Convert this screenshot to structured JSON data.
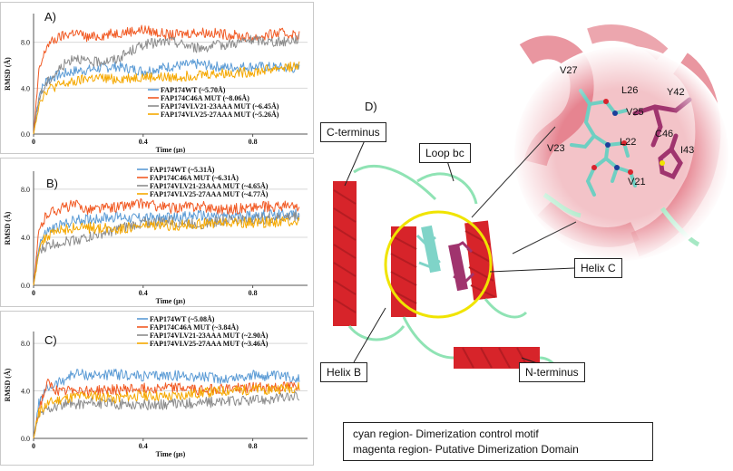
{
  "chart_data": [
    {
      "type": "line",
      "panel_label": "A)",
      "xlabel": "Time (µs)",
      "ylabel": "RMSD (Å)",
      "xlim": [
        0,
        1.0
      ],
      "ylim": [
        0,
        10.5
      ],
      "xticks": [
        0,
        0.4,
        0.8
      ],
      "xtick_labels": [
        "0",
        "0.4",
        "0.8"
      ],
      "yticks": [
        0,
        4,
        8
      ],
      "ytick_labels": [
        "0.0",
        "4.0",
        "8.0"
      ],
      "legend_position": "center-right",
      "series": [
        {
          "name": "FAP174WT (~5.70Å)",
          "color": "#5b9bd5",
          "x": [
            0,
            0.02,
            0.05,
            0.1,
            0.15,
            0.2,
            0.3,
            0.4,
            0.5,
            0.6,
            0.7,
            0.8,
            0.9,
            0.97
          ],
          "values": [
            0,
            3.5,
            4.8,
            5.2,
            5.5,
            5.6,
            5.9,
            5.5,
            5.9,
            6.1,
            5.8,
            5.9,
            5.8,
            5.7
          ]
        },
        {
          "name": "FAP174C46A MUT (~8.06Å)",
          "color": "#f15a24",
          "x": [
            0,
            0.02,
            0.05,
            0.1,
            0.15,
            0.2,
            0.3,
            0.4,
            0.5,
            0.6,
            0.7,
            0.8,
            0.9,
            0.97
          ],
          "values": [
            0,
            5.5,
            7.8,
            8.5,
            8.9,
            8.4,
            8.8,
            9.1,
            8.6,
            8.9,
            8.7,
            8.4,
            8.8,
            8.6
          ]
        },
        {
          "name": "FAP174VLV21-23AAA MUT (~6.45Å)",
          "color": "#8c8c8c",
          "x": [
            0,
            0.02,
            0.05,
            0.1,
            0.15,
            0.2,
            0.3,
            0.4,
            0.5,
            0.6,
            0.7,
            0.8,
            0.9,
            0.97
          ],
          "values": [
            0,
            3.2,
            4.5,
            5.8,
            6.8,
            6.2,
            6.5,
            7.8,
            8.1,
            7.5,
            7.8,
            8.2,
            8.0,
            8.3
          ]
        },
        {
          "name": "FAP174VLV25-27AAA MUT (~5.26Å)",
          "color": "#f5a800",
          "x": [
            0,
            0.02,
            0.05,
            0.1,
            0.15,
            0.2,
            0.3,
            0.4,
            0.5,
            0.6,
            0.7,
            0.8,
            0.9,
            0.97
          ],
          "values": [
            0,
            2.8,
            3.9,
            4.3,
            4.5,
            4.9,
            4.8,
            5.0,
            4.9,
            5.2,
            5.3,
            5.4,
            5.8,
            5.9
          ]
        }
      ]
    },
    {
      "type": "line",
      "panel_label": "B)",
      "xlabel": "Time (µs)",
      "ylabel": "RMSD (Å)",
      "xlim": [
        0,
        1.0
      ],
      "ylim": [
        0,
        9.5
      ],
      "xticks": [
        0,
        0.4,
        0.8
      ],
      "xtick_labels": [
        "0",
        "0.4",
        "0.8"
      ],
      "yticks": [
        0,
        4,
        8
      ],
      "ytick_labels": [
        "0.0",
        "4.0",
        "8.0"
      ],
      "legend_position": "top-right",
      "series": [
        {
          "name": "FAP174WT (~5.31Å)",
          "color": "#5b9bd5",
          "x": [
            0,
            0.02,
            0.05,
            0.1,
            0.15,
            0.2,
            0.3,
            0.4,
            0.5,
            0.6,
            0.7,
            0.8,
            0.9,
            0.97
          ],
          "values": [
            0,
            3.5,
            4.5,
            5.0,
            5.4,
            5.5,
            5.7,
            5.6,
            5.6,
            5.8,
            5.7,
            5.8,
            5.9,
            5.9
          ]
        },
        {
          "name": "FAP174C46A MUT (~6.31Å)",
          "color": "#f15a24",
          "x": [
            0,
            0.02,
            0.05,
            0.1,
            0.15,
            0.2,
            0.3,
            0.4,
            0.5,
            0.6,
            0.7,
            0.8,
            0.9,
            0.97
          ],
          "values": [
            0,
            4.5,
            6.0,
            6.4,
            6.7,
            6.3,
            6.5,
            6.8,
            6.4,
            6.6,
            6.3,
            6.5,
            6.6,
            6.5
          ]
        },
        {
          "name": "FAP174VLV21-23AAA MUT (~4.65Å)",
          "color": "#8c8c8c",
          "x": [
            0,
            0.02,
            0.05,
            0.1,
            0.15,
            0.2,
            0.3,
            0.4,
            0.5,
            0.6,
            0.7,
            0.8,
            0.9,
            0.97
          ],
          "values": [
            0,
            2.8,
            3.3,
            3.6,
            3.8,
            4.0,
            4.6,
            5.2,
            5.3,
            5.1,
            5.4,
            5.5,
            5.6,
            5.8
          ]
        },
        {
          "name": "FAP174VLV25-27AAA MUT (~4.77Å)",
          "color": "#f5a800",
          "x": [
            0,
            0.02,
            0.05,
            0.1,
            0.15,
            0.2,
            0.3,
            0.4,
            0.5,
            0.6,
            0.7,
            0.8,
            0.9,
            0.97
          ],
          "values": [
            0,
            3.2,
            4.1,
            4.6,
            4.8,
            4.8,
            4.7,
            4.9,
            5.0,
            5.1,
            5.2,
            5.2,
            5.3,
            5.4
          ]
        }
      ]
    },
    {
      "type": "line",
      "panel_label": "C)",
      "xlabel": "Time (µs)",
      "ylabel": "RMSD (Å)",
      "xlim": [
        0,
        1.0
      ],
      "ylim": [
        0,
        9.0
      ],
      "xticks": [
        0,
        0.4,
        0.8
      ],
      "xtick_labels": [
        "0",
        "0.4",
        "0.8"
      ],
      "yticks": [
        0,
        4,
        8
      ],
      "ytick_labels": [
        "0.0",
        "4.0",
        "8.0"
      ],
      "legend_position": "top-right",
      "series": [
        {
          "name": "FAP174WT (~5.08Å)",
          "color": "#5b9bd5",
          "x": [
            0,
            0.02,
            0.05,
            0.1,
            0.15,
            0.2,
            0.3,
            0.4,
            0.5,
            0.6,
            0.7,
            0.8,
            0.9,
            0.97
          ],
          "values": [
            0,
            3.0,
            4.2,
            4.8,
            5.5,
            5.3,
            5.4,
            5.2,
            5.3,
            5.2,
            5.0,
            5.3,
            5.2,
            5.1
          ]
        },
        {
          "name": "FAP174C46A MUT (~3.84Å)",
          "color": "#f15a24",
          "x": [
            0,
            0.02,
            0.05,
            0.1,
            0.15,
            0.2,
            0.3,
            0.4,
            0.5,
            0.6,
            0.7,
            0.8,
            0.9,
            0.97
          ],
          "values": [
            0,
            2.5,
            4.6,
            3.8,
            4.2,
            4.0,
            4.1,
            4.2,
            4.3,
            4.1,
            4.2,
            4.3,
            4.3,
            4.4
          ]
        },
        {
          "name": "FAP174VLV21-23AAA MUT (~2.90Å)",
          "color": "#8c8c8c",
          "x": [
            0,
            0.02,
            0.05,
            0.1,
            0.15,
            0.2,
            0.3,
            0.4,
            0.5,
            0.6,
            0.7,
            0.8,
            0.9,
            0.97
          ],
          "values": [
            0,
            2.0,
            2.5,
            2.8,
            2.9,
            3.0,
            2.9,
            2.8,
            2.9,
            3.0,
            3.1,
            3.2,
            3.4,
            3.5
          ]
        },
        {
          "name": "FAP174VLV25-27AAA MUT (~3.46Å)",
          "color": "#f5a800",
          "x": [
            0,
            0.02,
            0.05,
            0.1,
            0.15,
            0.2,
            0.3,
            0.4,
            0.5,
            0.6,
            0.7,
            0.8,
            0.9,
            0.97
          ],
          "values": [
            0,
            2.2,
            2.9,
            3.3,
            3.5,
            3.6,
            3.4,
            3.6,
            3.5,
            3.8,
            4.0,
            4.1,
            4.2,
            4.3
          ]
        }
      ]
    }
  ],
  "structure_panel": {
    "panel_label": "D)",
    "region_labels": {
      "c_terminus": "C-terminus",
      "loop_bc": "Loop bc",
      "helix_c": "Helix C",
      "helix_b": "Helix B",
      "n_terminus": "N-terminus"
    },
    "residues": [
      "V27",
      "L26",
      "Y42",
      "V25",
      "C46",
      "V23",
      "L22",
      "I43",
      "V21"
    ],
    "caption_line1": "cyan region- Dimerization control motif",
    "caption_line2": "magenta region- Putative Dimerization Domain",
    "colors": {
      "helix": "#d7242a",
      "loop": "#8fe3b4",
      "cyan_region": "#7fd4c8",
      "magenta_region": "#a0346e",
      "circle": "#f0e400"
    }
  }
}
